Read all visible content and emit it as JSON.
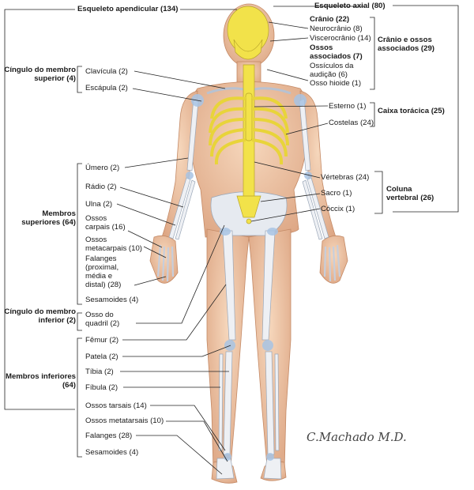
{
  "headers": {
    "apendicular": "Esqueleto apendicular (134)",
    "axial": "Esqueleto axial (80)"
  },
  "axial": {
    "cranio": "Crânio (22)",
    "neurocranio": "Neurocrânio (8)",
    "viscerocranio": "Viscerocrânio (14)",
    "ossos_associados": "Ossos associados (7)",
    "ossiculos": "Ossículos da audição (6)",
    "hioide": "Osso hioide (1)",
    "cranio_group": "Crânio e ossos associados (29)",
    "esterno": "Esterno (1)",
    "costelas": "Costelas (24)",
    "caixa_group": "Caixa torácica (25)",
    "vertebras": "Vértebras (24)",
    "sacro": "Sacro (1)",
    "coccix": "Cóccix (1)",
    "coluna_group": "Coluna vertebral (26)"
  },
  "appendicular": {
    "cingulo_sup": "Cíngulo do membro superior (4)",
    "clavicula": "Clavícula (2)",
    "escapula": "Escápula (2)",
    "membros_sup": "Membros superiores (64)",
    "umero": "Úmero (2)",
    "radio": "Rádio (2)",
    "ulna": "Ulna (2)",
    "carpais": "Ossos carpais (16)",
    "metacarpais": "Ossos metacarpais (10)",
    "falanges_mao": "Falanges (proximal, média e distal) (28)",
    "sesamoides_sup": "Sesamoides (4)",
    "cingulo_inf": "Cíngulo do membro inferior (2)",
    "quadril": "Osso do quadril (2)",
    "membros_inf": "Membros inferiores (64)",
    "femur": "Fêmur (2)",
    "patela": "Patela (2)",
    "tibia": "Tíbia (2)",
    "fibula": "Fíbula (2)",
    "tarsais": "Ossos tarsais (14)",
    "metatarsais": "Ossos metatarsais (10)",
    "falanges_pe": "Falanges (28)",
    "sesamoides_inf": "Sesamoides (4)"
  },
  "signature": "C.Machado M.D.",
  "colors": {
    "skin": "#f0c9a8",
    "skin_shade": "#d9a27f",
    "bone": "#eef0f4",
    "axial_bone": "#f2e24a",
    "joint": "#a8c4e4",
    "line": "#222222"
  }
}
